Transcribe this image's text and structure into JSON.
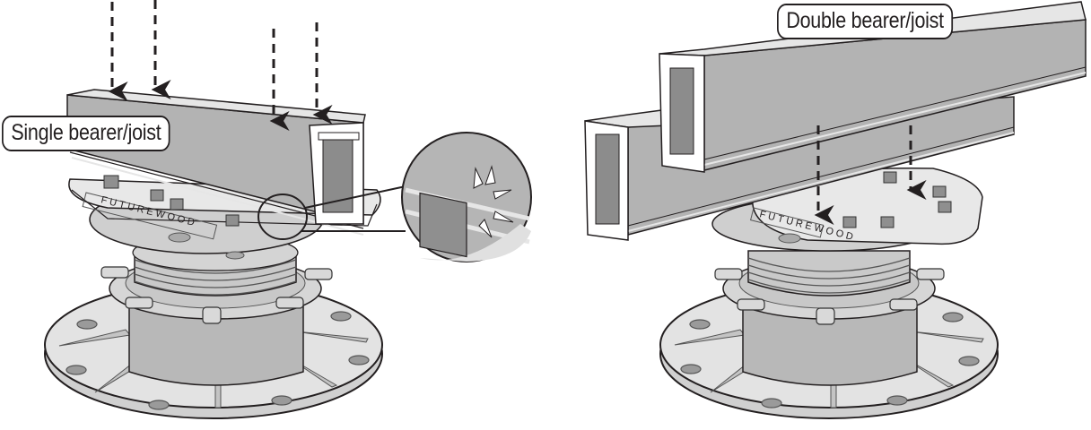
{
  "diagram": {
    "left_panel": {
      "label": "Single bearer/joist",
      "plate_text": "FUTUREWOOD",
      "arrows": 4,
      "detail_callout": "clip-engaged-detail"
    },
    "right_panel": {
      "label": "Double bearer/joist",
      "plate_text": "FUTUREWOOD",
      "arrows": 2
    },
    "colors": {
      "outline": "#231f20",
      "beam_face": "#b3b3b3",
      "beam_top": "#e6e6e6",
      "beam_inner": "#8c8c8c",
      "plate": "#e8e8e8",
      "base": "#e3e3e3",
      "cylinder": "#b8b8b8",
      "callout_bg": "#b5b5b5",
      "background": "#ffffff"
    }
  }
}
